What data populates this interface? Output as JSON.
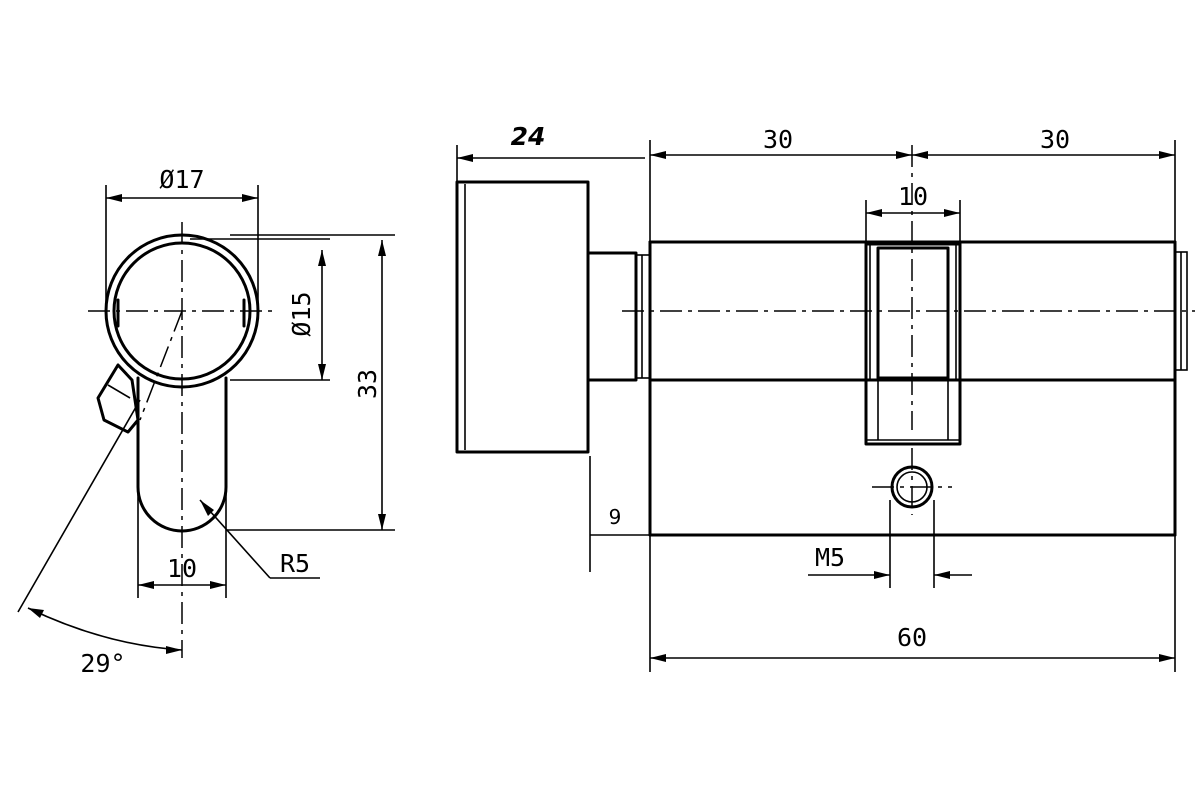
{
  "side_view": {
    "dia_outer": "Ø17",
    "dia_inner": "Ø15",
    "height": "33",
    "cam_width": "10",
    "radius": "R5",
    "angle": "29°"
  },
  "front_view": {
    "knob_length": "24",
    "half_left": "30",
    "half_right": "30",
    "cam_width": "10",
    "screw_offset": "9",
    "screw_thread": "M5",
    "total_length": "60"
  }
}
